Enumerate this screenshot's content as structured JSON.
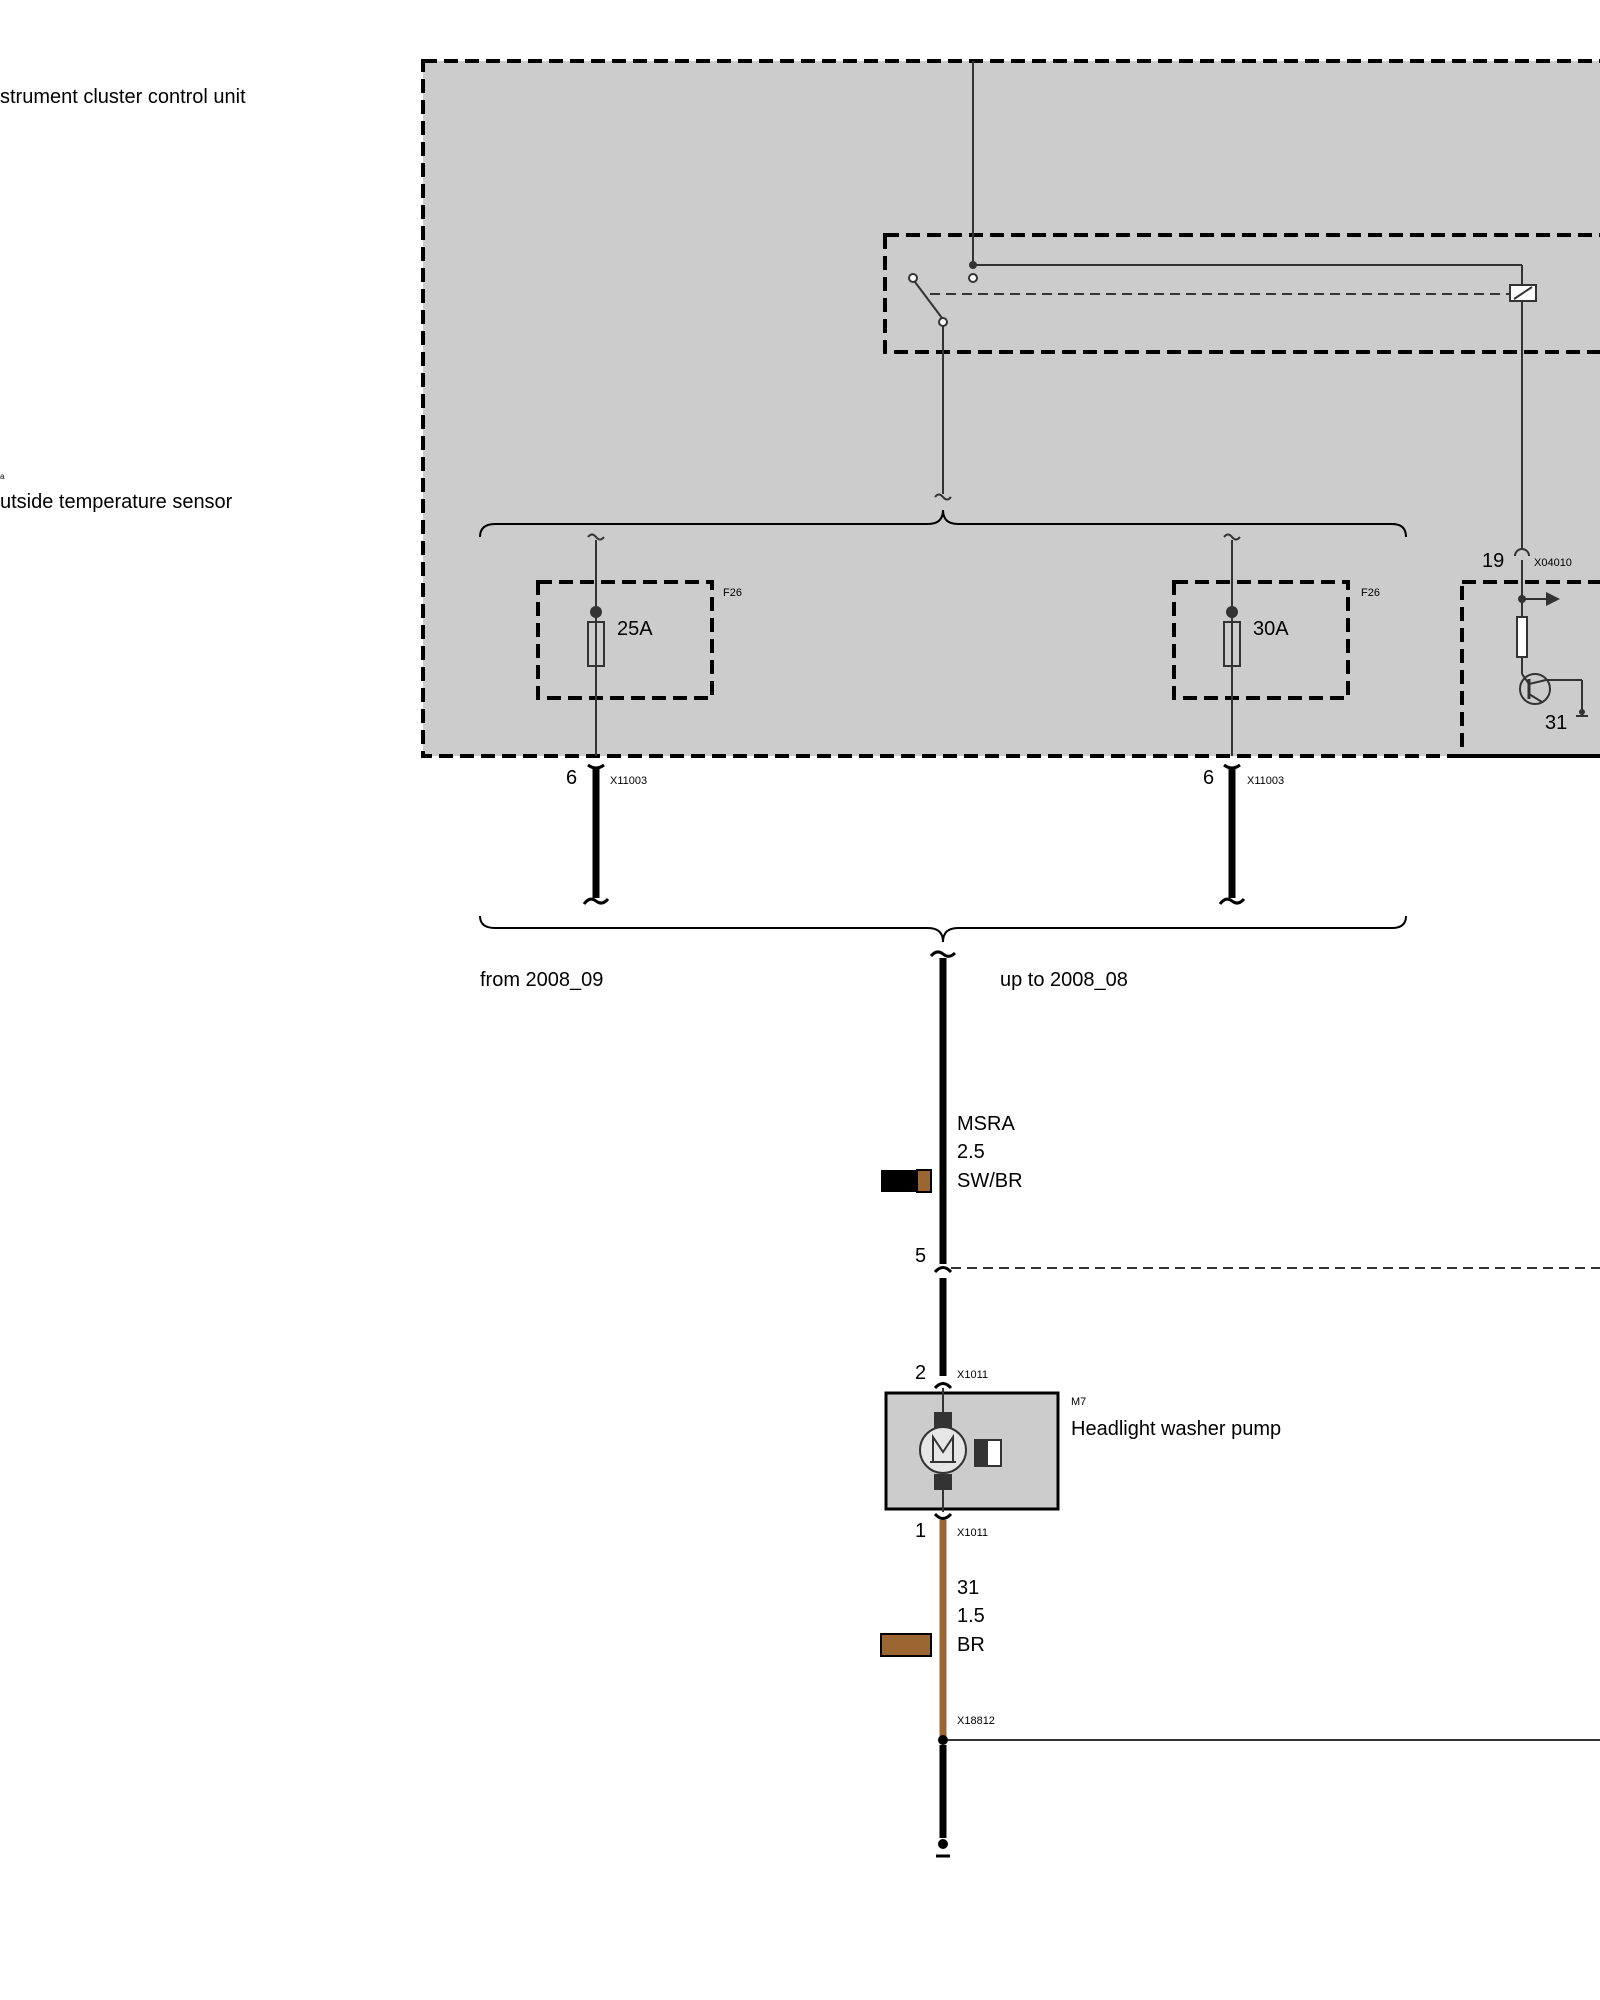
{
  "legend": {
    "cluster_label": "strument cluster control unit",
    "sensor_label": "utside temperature sensor",
    "sensor_ref_mark": "a"
  },
  "fuses": {
    "left": {
      "ref": "F26",
      "rating": "25A",
      "pin": "6",
      "connector": "X11003"
    },
    "right": {
      "ref": "F26",
      "rating": "30A",
      "pin": "6",
      "connector": "X11003"
    }
  },
  "control_output": {
    "pin": "19",
    "connector": "X04010",
    "ground": "31"
  },
  "variants": {
    "left": "from 2008_09",
    "right": "up to 2008_08"
  },
  "wire_upper": {
    "circuit": "MSRA",
    "gauge": "2.5",
    "color_code": "SW/BR"
  },
  "splice_pin": "5",
  "pump": {
    "ref": "M7",
    "label": "Headlight washer pump",
    "pin_top": "2",
    "connector_top": "X1011",
    "pin_bottom": "1",
    "connector_bottom": "X1011"
  },
  "wire_lower": {
    "circuit": "31",
    "gauge": "1.5",
    "color_code": "BR"
  },
  "ground_connector": "X18812",
  "colors": {
    "housing": "#cccccc",
    "wire_black": "#000000",
    "wire_brown": "#9c6633",
    "line": "#333333"
  }
}
